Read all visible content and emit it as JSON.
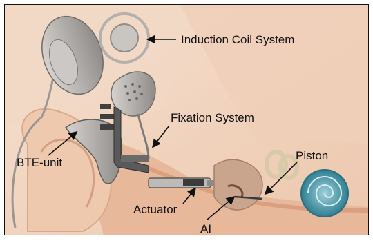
{
  "labels": {
    "induction_coil": "Induction Coil System",
    "fixation": "Fixation System",
    "bte_unit": "BTE-unit",
    "piston": "Piston",
    "actuator": "Actuator",
    "ai": "AI"
  },
  "colors": {
    "skin": "#f4d9c5",
    "skin_shadow": "#e7bfa3",
    "bone": "#efe4c9",
    "device_grey": "#a9a6a3",
    "device_dark": "#4a4a4a",
    "cochlea": "#3f8fa0",
    "tissue": "#c9a58e"
  }
}
